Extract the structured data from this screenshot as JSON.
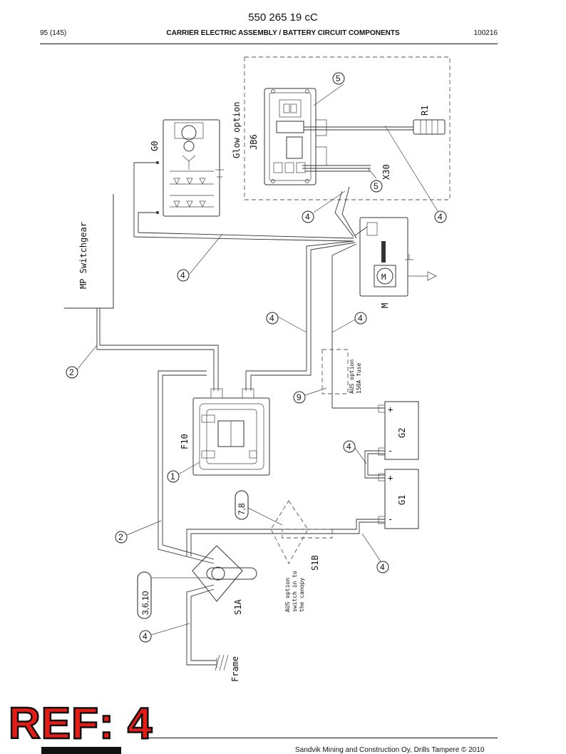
{
  "header": {
    "doc_number": "550 265 19 cC",
    "page": "95 (145)",
    "title": "CARRIER ELECTRIC ASSEMBLY / BATTERY CIRCUIT COMPONENTS",
    "code": "100216"
  },
  "footer": {
    "copyright": "Sandvik Mining and Construction Oy, Drills Tampere © 2010"
  },
  "stamp": {
    "text": "REF: 4",
    "color": "#e41c16"
  },
  "diagram": {
    "labels": {
      "mp_switchgear": "MP Switchgear",
      "glow_option": "Glow option",
      "jb6": "JB6",
      "g0": "G0",
      "r1": "R1",
      "x30": "X30",
      "m": "M",
      "motor_symbol": "M",
      "f10": "F10",
      "g2": "G2",
      "g1": "G1",
      "s1a": "S1A",
      "s1b": "S1B",
      "frame": "Frame",
      "aus_fuse_line1": "AUS option",
      "aus_fuse_line2": "150A fuse",
      "aus_switch_line1": "AUS option",
      "aus_switch_line2": "switch in to",
      "aus_switch_line3": "the canopy",
      "plus": "+",
      "minus": "-"
    },
    "callouts": {
      "c5_top": "5",
      "c5_x30": "5",
      "c4_jb6": "4",
      "c4_r1": "4",
      "c4_g0": "4",
      "c4_mid": "4",
      "c4_motor": "4",
      "c2_top": "2",
      "c9": "9",
      "c4_g2g1": "4",
      "c1": "1",
      "c78": "7,8",
      "c2_low": "2",
      "c4_g1": "4",
      "c3610": "3,6,10",
      "c4_frame": "4"
    }
  }
}
